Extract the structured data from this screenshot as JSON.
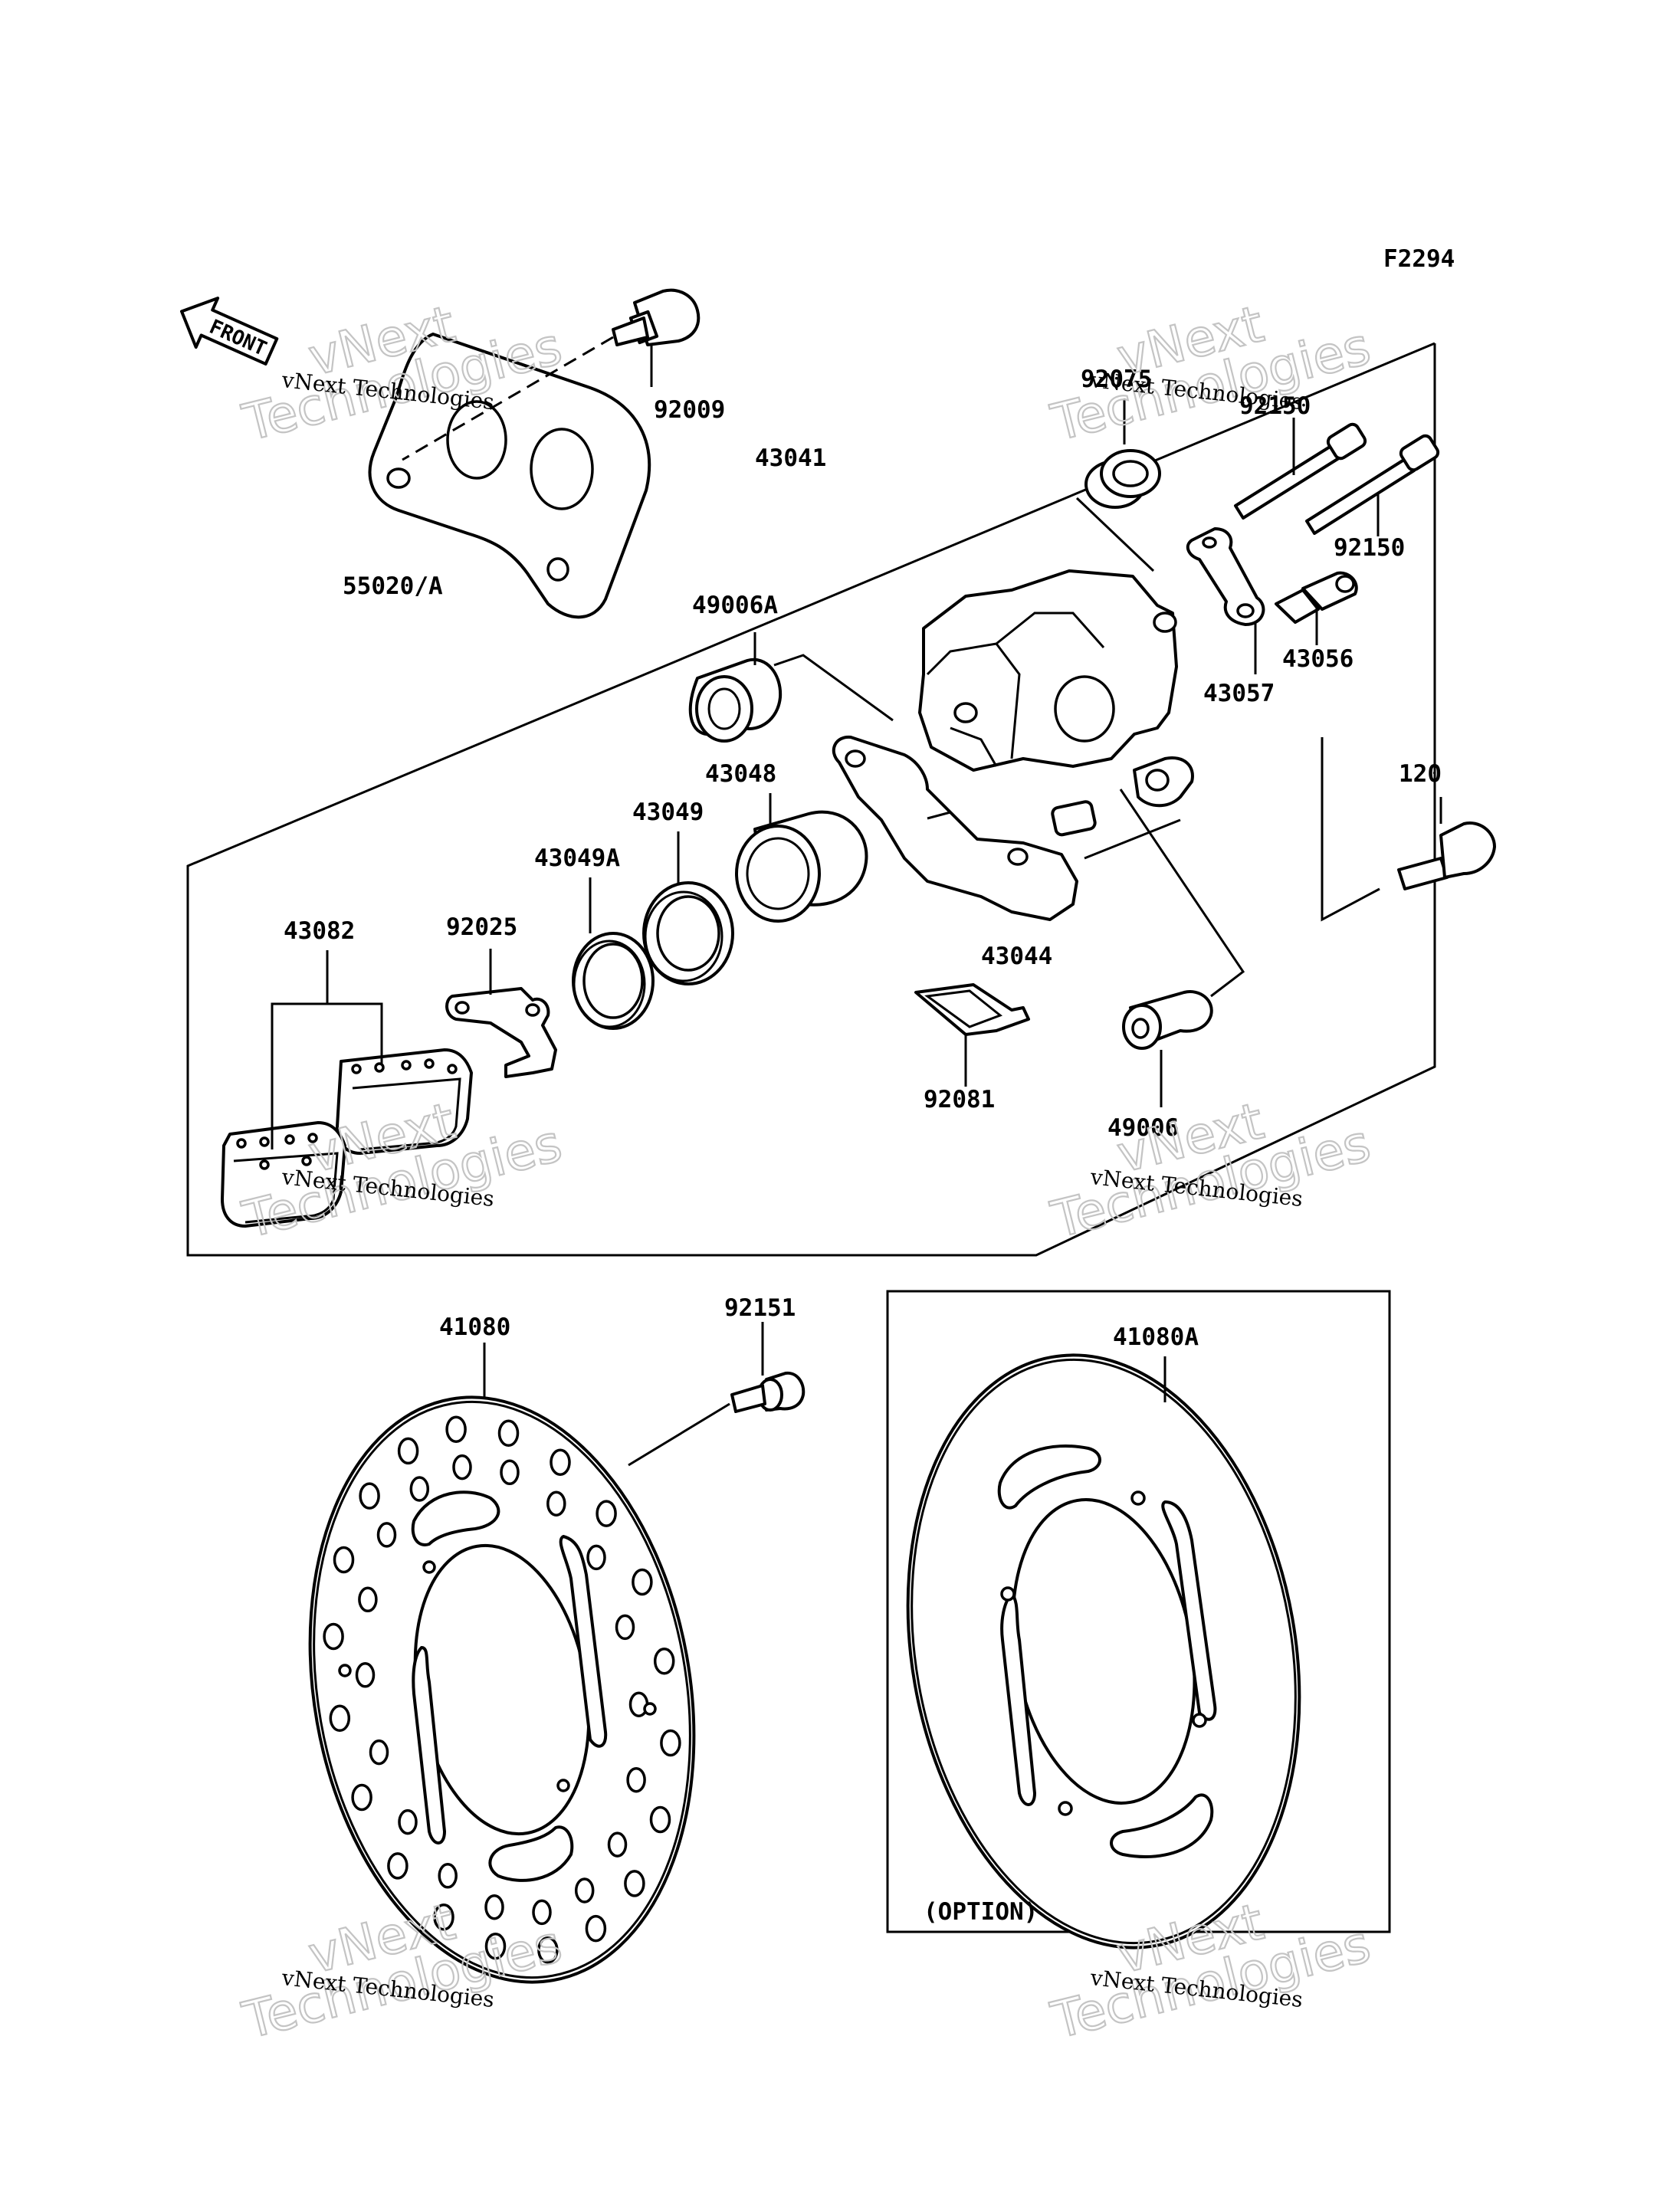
{
  "figure_code": "F2294",
  "front_label": "FRONT",
  "option_label": "(OPTION)",
  "part_labels": {
    "p92009": "92009",
    "p55020A": "55020/A",
    "p43041": "43041",
    "p92075": "92075",
    "p92150a": "92150",
    "p92150b": "92150",
    "p49006A": "49006A",
    "p43056": "43056",
    "p43057": "43057",
    "p43048": "43048",
    "p43049": "43049",
    "p43049A": "43049A",
    "p120": "120",
    "p43082": "43082",
    "p92025": "92025",
    "p43044": "43044",
    "p92081": "92081",
    "p49006": "49006",
    "p41080": "41080",
    "p92151": "92151",
    "p41080A": "41080A"
  },
  "watermarks": [
    {
      "name": "vNext Technologies",
      "big1": "vNext",
      "big2": "Technologies"
    },
    {
      "name": "vNext Technologies",
      "big1": "vNext",
      "big2": "Technologies"
    },
    {
      "name": "vNext Technologies",
      "big1": "vNext",
      "big2": "Technologies"
    },
    {
      "name": "vNext Technologies",
      "big1": "vNext",
      "big2": "Technologies"
    },
    {
      "name": "vNext Technologies",
      "big1": "vNext",
      "big2": "Technologies"
    },
    {
      "name": "vNext Technologies",
      "big1": "vNext",
      "big2": "Technologies"
    }
  ]
}
